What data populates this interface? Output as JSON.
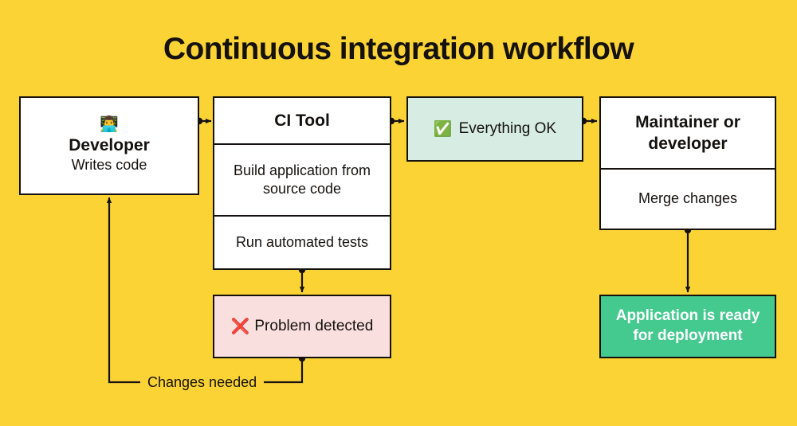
{
  "page": {
    "title": "Continuous integration workflow",
    "background_color": "#FBD335",
    "ink_color": "#14110f"
  },
  "nodes": {
    "developer": {
      "emoji": "👨‍💻",
      "emoji_name": "technologist-emoji",
      "name": "Developer",
      "subtitle": "Writes code",
      "fill": "#FFFFFF"
    },
    "ci_tool": {
      "header": "CI Tool",
      "steps": [
        "Build application from source code",
        "Run automated tests"
      ],
      "fill": "#FFFFFF"
    },
    "everything_ok": {
      "emoji": "✅",
      "emoji_name": "check-mark-button-emoji",
      "label": "Everything OK",
      "fill": "#D7EDE3"
    },
    "maintainer": {
      "header": "Maintainer or developer",
      "action": "Merge changes",
      "fill": "#FFFFFF"
    },
    "problem_detected": {
      "emoji": "❌",
      "emoji_name": "cross-mark-emoji",
      "label": "Problem detected",
      "fill": "#FADFDF"
    },
    "deployment_ready": {
      "label": "Application is ready for deployment",
      "fill": "#44C98F",
      "text_color": "#FFFFFF"
    }
  },
  "edges": {
    "developer_to_ci": {
      "label": ""
    },
    "ci_to_ok": {
      "label": ""
    },
    "ok_to_maintainer": {
      "label": ""
    },
    "ci_to_problem": {
      "label": ""
    },
    "maintainer_to_deploy": {
      "label": ""
    },
    "problem_to_developer": {
      "label": "Changes needed"
    }
  }
}
